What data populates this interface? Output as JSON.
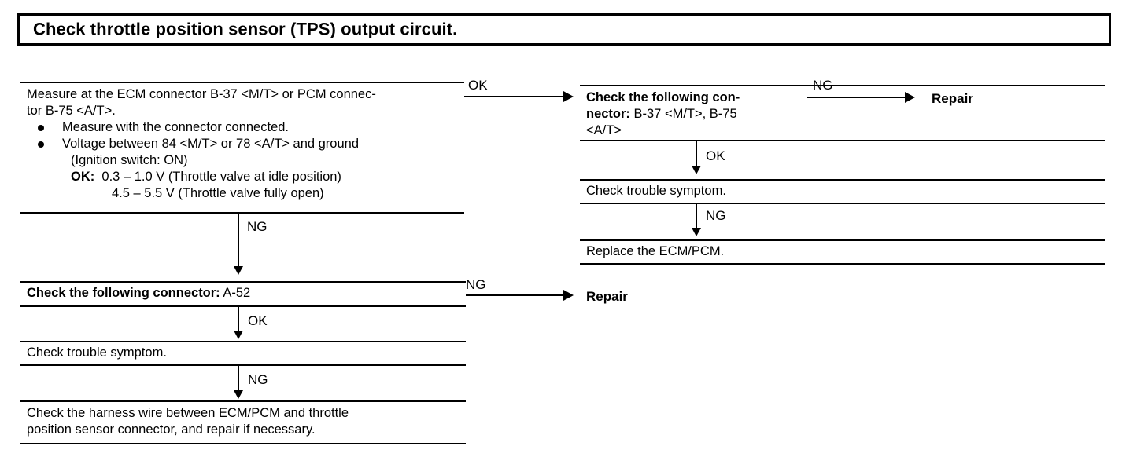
{
  "title": {
    "text": "Check throttle position sensor (TPS) output circuit."
  },
  "boxes": {
    "measure": {
      "line1": "Measure at the ECM connector B-37 <M/T> or PCM connec-",
      "line2": "tor  B-75  <A/T>.",
      "bullet1": "Measure  with  the  connector  connected.",
      "bullet2a": "Voltage  between  84  <M/T>  or  78  <A/T>  and  ground",
      "bullet2b": "(Ignition  switch:  ON)",
      "ok_label": "OK:",
      "ok_value1": "0.3  –  1.0  V  (Throttle valve at idle position)",
      "ok_value2": "4.5  –  5.5  V  (Throttle valve fully open)"
    },
    "check_connector_a52": {
      "bold_part": "Check  the  following  connector:",
      "plain_part": " A-52"
    },
    "check_trouble_symptom_left": {
      "text": "Check  trouble  symptom."
    },
    "check_harness": {
      "line1": "Check  the  harness  wire  between  ECM/PCM  and  throttle",
      "line2": "position  sensor  connector,  and  repair  if  necessary."
    },
    "check_connector_b37_b75": {
      "line1_bold": "Check   the   following   con-",
      "line2_bold": "nector:",
      "line2_plain": "  B-37  <M/T>,  B-75",
      "line3_plain": "<A/T>"
    },
    "check_trouble_symptom_right": {
      "text": "Check trouble symptom."
    },
    "replace_ecm": {
      "text": "Replace  the  ECM/PCM."
    }
  },
  "connectors": {
    "measure_to_check_ok": "OK",
    "measure_to_a52_ng": "NG",
    "a52_to_repair_ng": "NG",
    "a52_to_symptom_ok": "OK",
    "symptom_to_harness_ng": "NG",
    "checkconn_to_repair_ng": "NG",
    "checkconn_to_symptom_ok": "OK",
    "symptom_to_replace_ng": "NG"
  },
  "results": {
    "repair_top": "Repair",
    "repair_bottom": "Repair"
  },
  "colors": {
    "ink": "#000000",
    "paper": "#ffffff"
  }
}
